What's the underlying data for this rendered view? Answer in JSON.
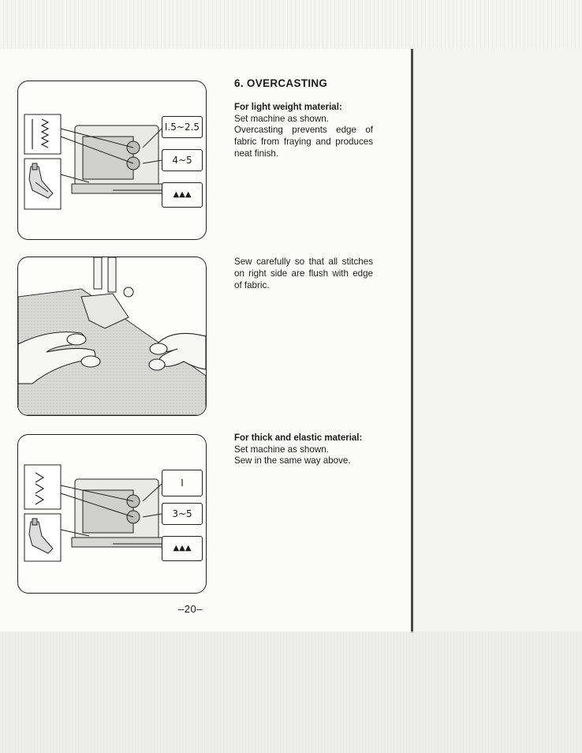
{
  "section": {
    "title": "6. OVERCASTING"
  },
  "light": {
    "heading": "For light weight material:",
    "line1": "Set machine as shown.",
    "line2": "Overcasting prevents edge of fabric from fraying and produces neat finish."
  },
  "sew_note": "Sew carefully so that all stitches on right side are flush with edge of fabric.",
  "thick": {
    "heading": "For thick and elastic material:",
    "line1": "Set machine as shown.",
    "line2": "Sew in the same way above."
  },
  "diagram1": {
    "width_setting": "I.5~2.5",
    "length_setting": "4~5",
    "feed_setting": "▲▲▲"
  },
  "diagram2": {
    "width_setting": "I",
    "length_setting": "3~5",
    "feed_setting": "▲▲▲"
  },
  "footer": {
    "page_number": "–20–"
  },
  "icons": [
    "zigzag-stitch-icon",
    "overcast-foot-icon",
    "sewing-machine-icon",
    "feed-dog-icon",
    "elastic-stitch-icon"
  ]
}
